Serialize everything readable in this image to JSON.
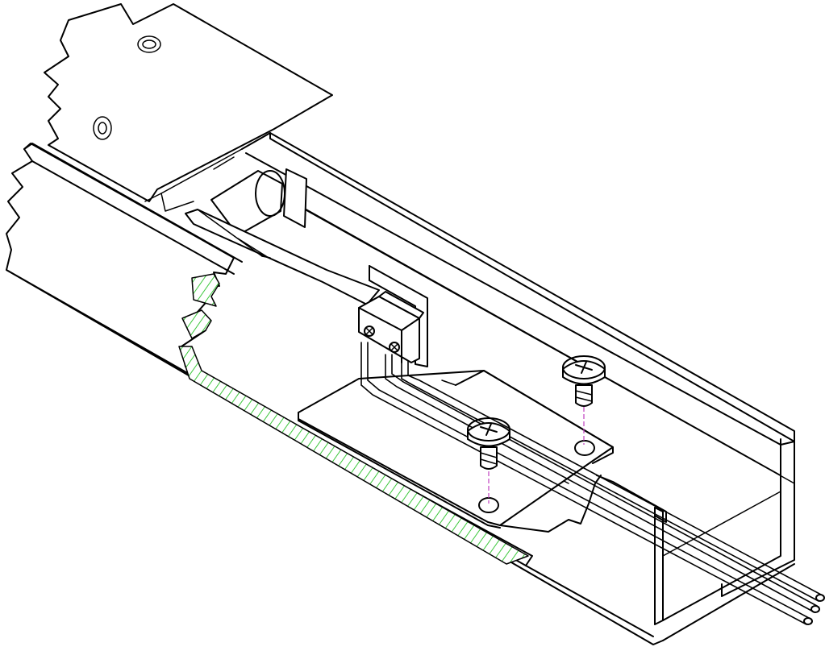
{
  "colors": {
    "line": "#000000",
    "background": "#ffffff",
    "section_hatch": "#3cc83c",
    "center_line": "#c040c0"
  },
  "drawing": {
    "kind": "isometric technical line drawing",
    "parts": [
      "channel-housing",
      "broken-away-top-panel",
      "cylindrical-actuator",
      "switch-lever",
      "micro-switch",
      "mounting-plate",
      "mounting-screw-front",
      "mounting-screw-rear",
      "wire-bundle"
    ]
  }
}
